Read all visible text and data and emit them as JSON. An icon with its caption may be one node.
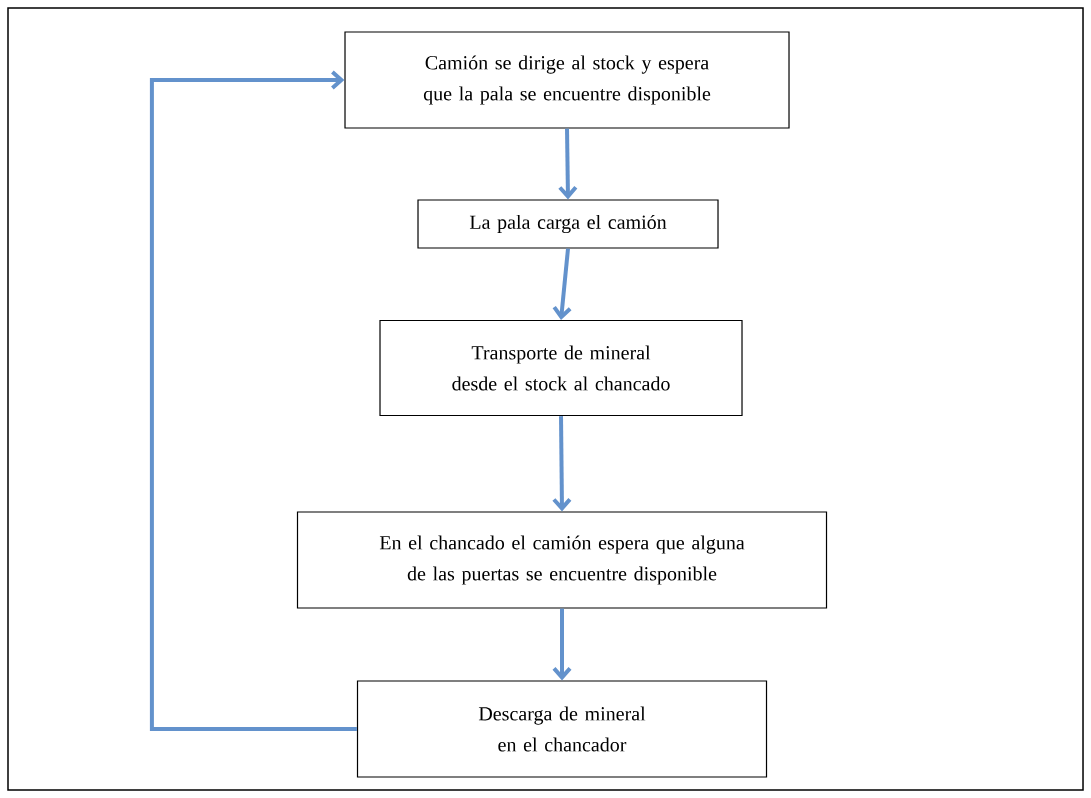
{
  "diagram": {
    "nodes": [
      {
        "text": [
          "Camión se dirige al stock y espera que la pala se encuentre disponible"
        ]
      },
      {
        "text": [
          "La pala carga el camión"
        ]
      },
      {
        "text": [
          "Transporte de mineral desde el stock al chancado"
        ]
      },
      {
        "text": [
          "En el chancado el camión espera que alguna de las puertas se encuentre disponible"
        ]
      },
      {
        "text": [
          "Descarga de mineral en el chancador"
        ]
      }
    ],
    "edges": [
      {
        "from": 0,
        "to": 1,
        "arrow": "to"
      },
      {
        "from": 1,
        "to": 2,
        "arrow": "to"
      },
      {
        "from": 2,
        "to": 3,
        "arrow": "to"
      },
      {
        "from": 3,
        "to": 4,
        "arrow": "to"
      },
      {
        "from": 4,
        "to": 0,
        "arrow": "to"
      }
    ]
  }
}
